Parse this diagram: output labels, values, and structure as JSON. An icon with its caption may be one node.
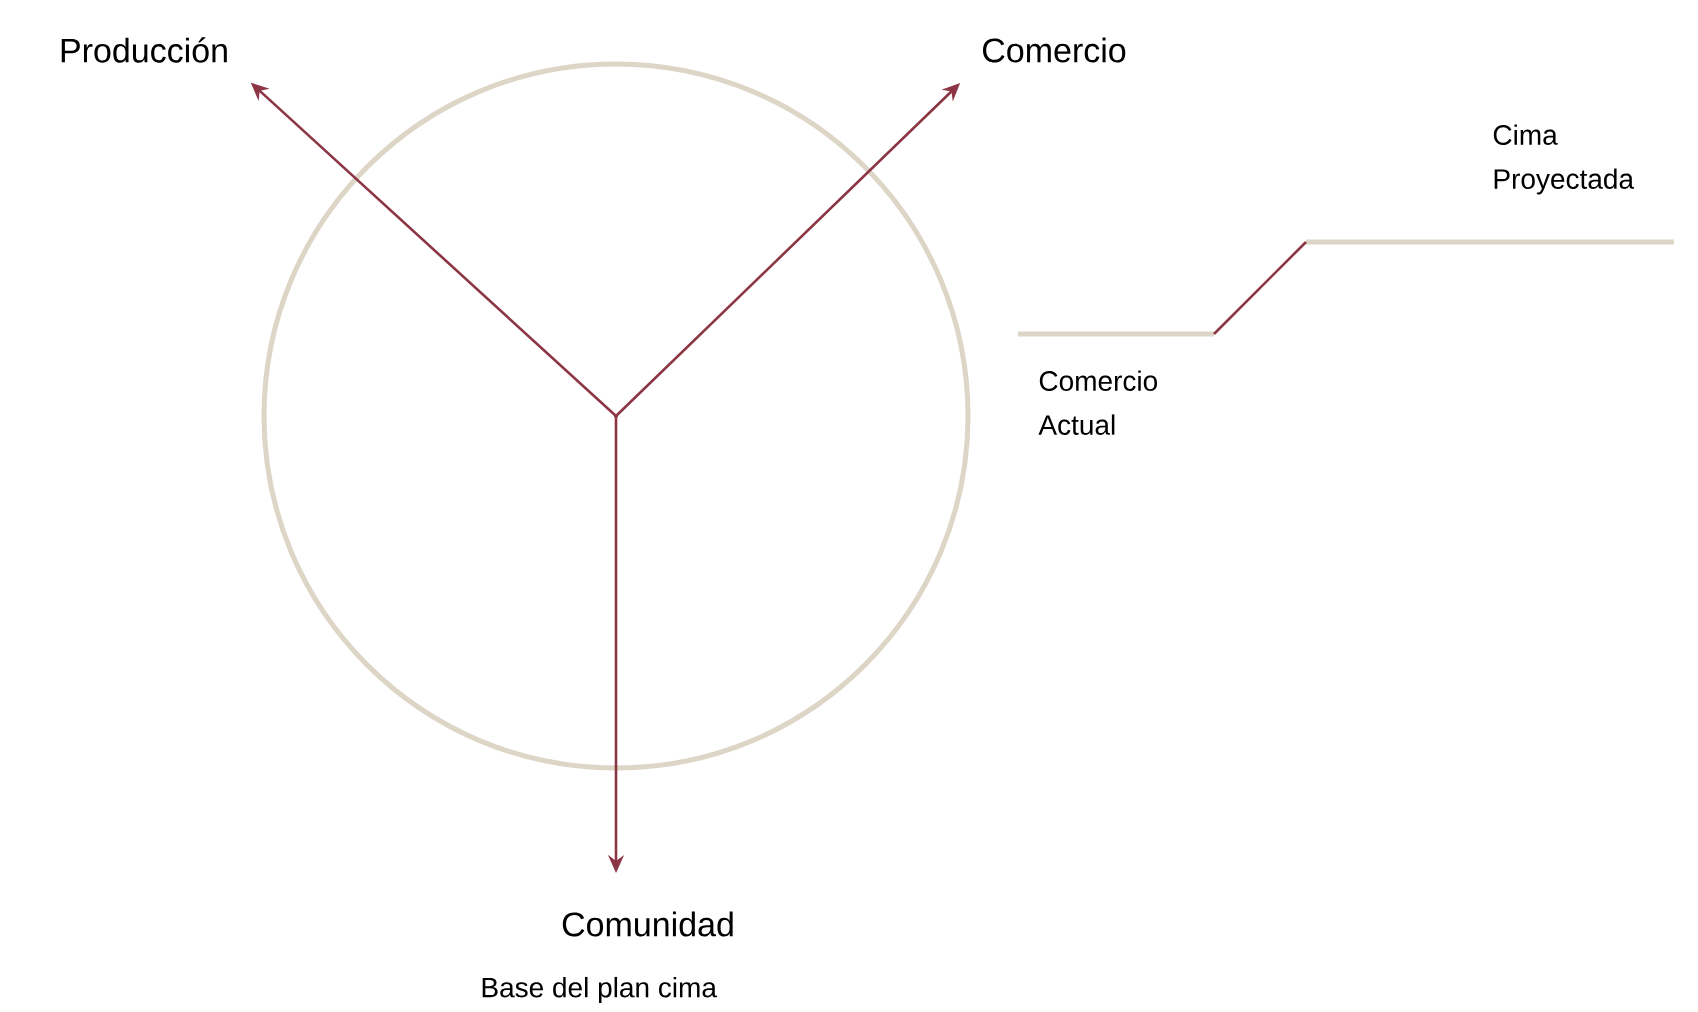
{
  "diagram": {
    "nodes": [
      {
        "text": [],
        "shape": "circle"
      },
      {
        "text": [
          "Producción"
        ]
      },
      {
        "text": [
          "Comercio"
        ]
      },
      {
        "text": [
          "Comunidad"
        ]
      },
      {
        "text": [],
        "shape": "dot",
        "in": 0
      }
    ],
    "edges": [
      {
        "from": 4,
        "to": 1,
        "arrow": "to"
      },
      {
        "from": 4,
        "to": 2,
        "arrow": "to"
      },
      {
        "from": 4,
        "to": 3,
        "arrow": "to"
      }
    ],
    "labels": [
      "Cima Proyectada",
      "Comercio Actual",
      "Base del plan cima"
    ]
  }
}
